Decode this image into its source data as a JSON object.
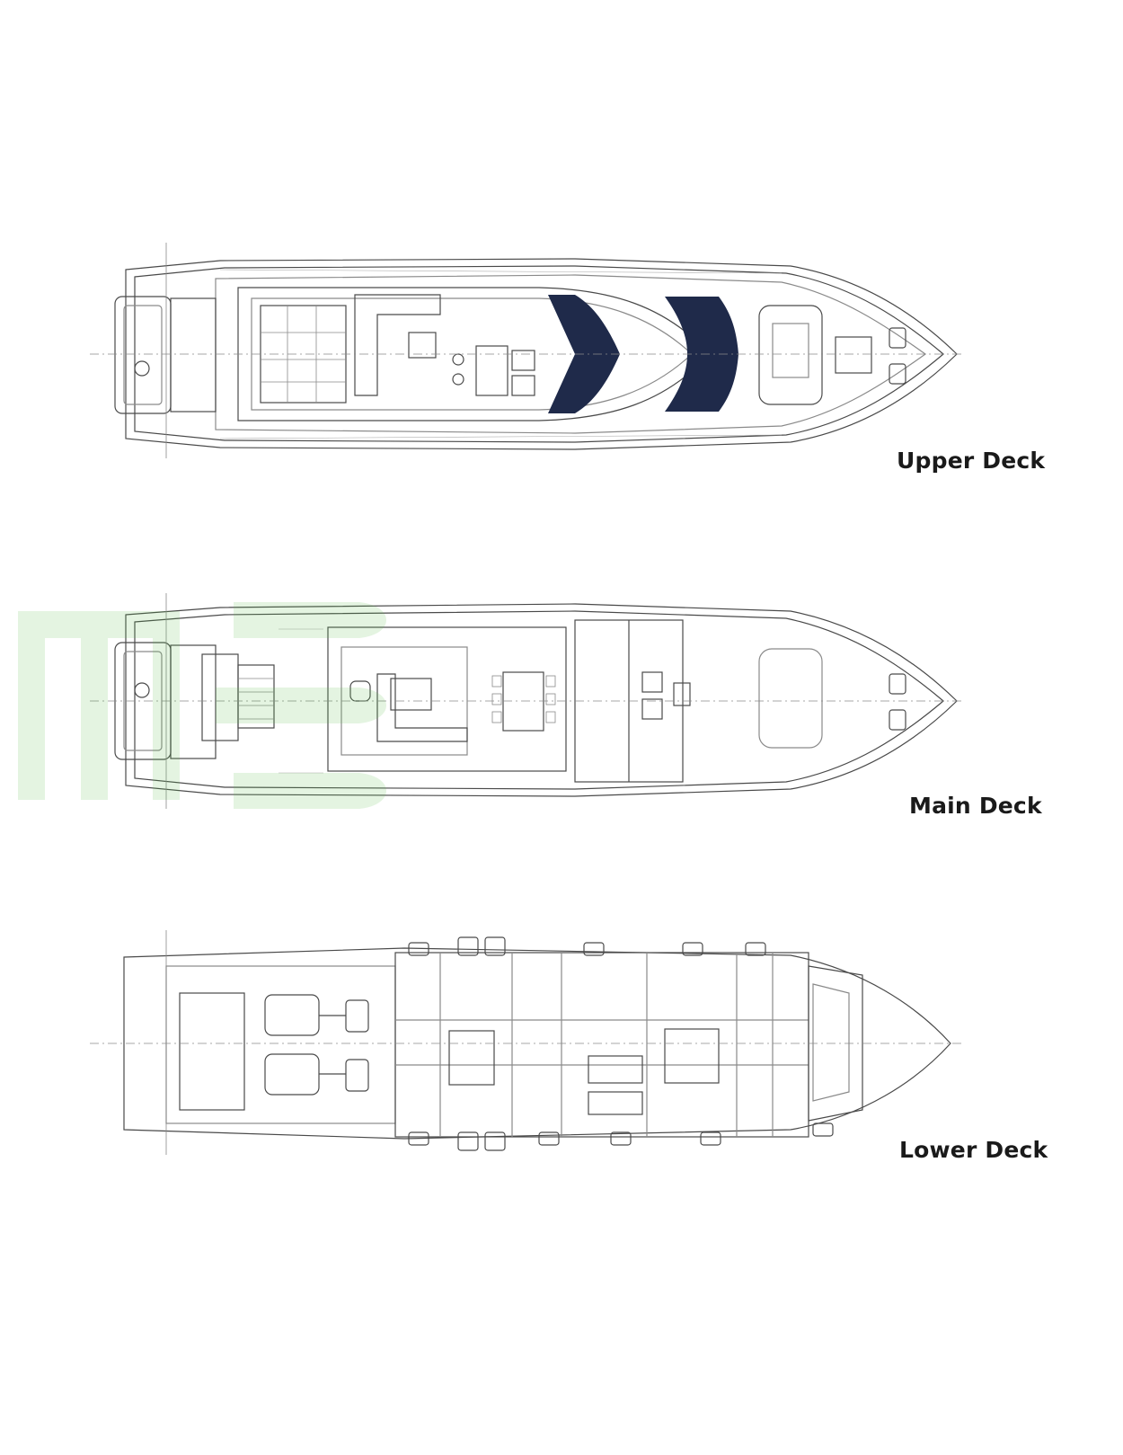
{
  "decks": [
    {
      "id": "upper",
      "label": "Upper Deck"
    },
    {
      "id": "main",
      "label": "Main Deck"
    },
    {
      "id": "lower",
      "label": "Lower Deck"
    }
  ],
  "colors": {
    "line": "#4a4a4a",
    "fine": "#8a8a8a",
    "glass": "#1f2a4a",
    "label": "#1a1a1a",
    "watermark": "#5cc04a"
  }
}
